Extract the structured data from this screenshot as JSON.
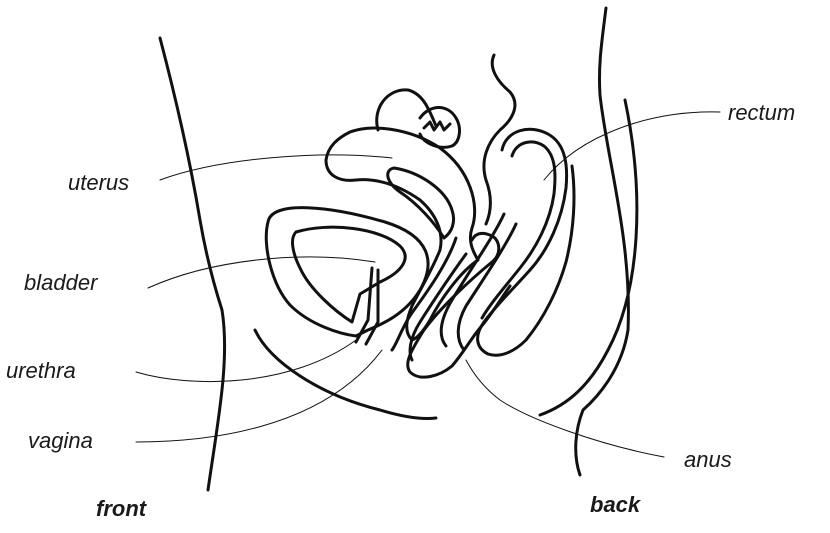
{
  "labels": {
    "uterus": "uterus",
    "bladder": "bladder",
    "urethra": "urethra",
    "vagina": "vagina",
    "rectum": "rectum",
    "anus": "anus"
  },
  "directions": {
    "front": "front",
    "back": "back"
  },
  "colors": {
    "line": "#111111",
    "background": "#ffffff"
  }
}
